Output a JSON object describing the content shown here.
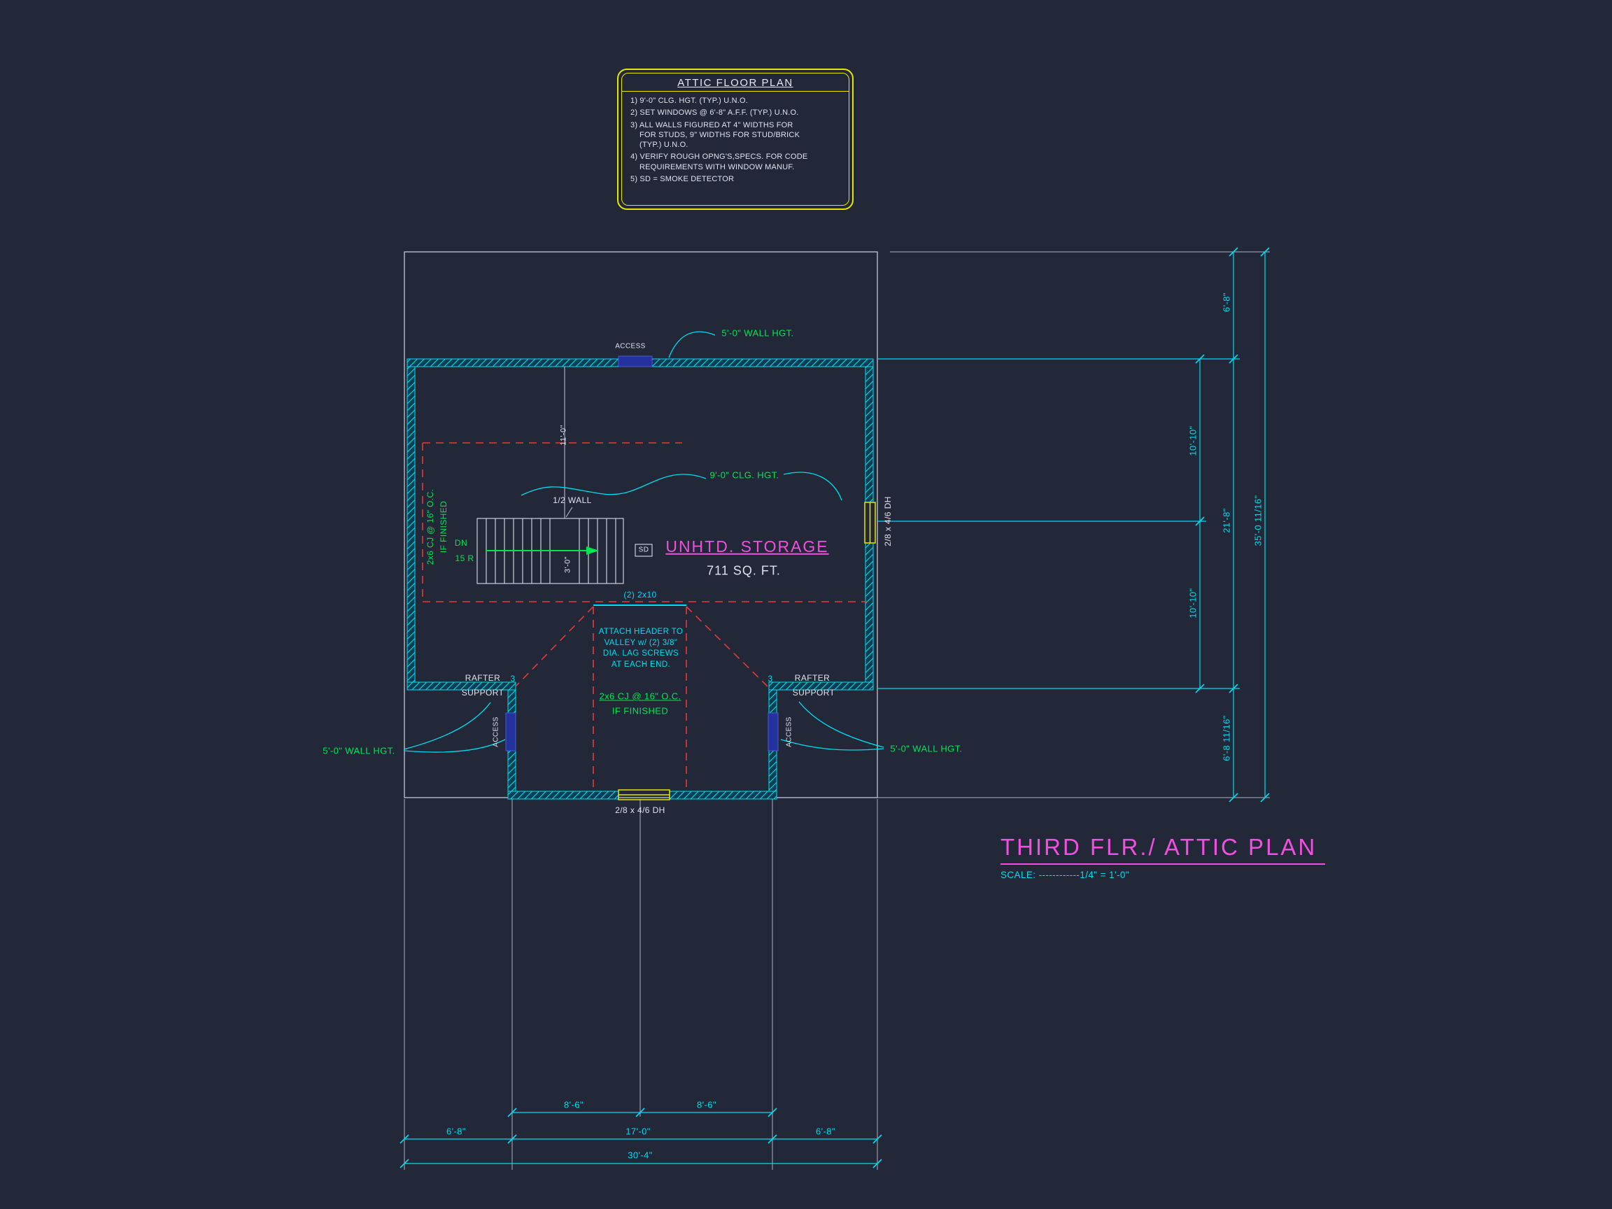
{
  "colors": {
    "background": "#232838",
    "cyan": "#00dcf0",
    "green": "#00e650",
    "magenta": "#f04fe0",
    "yellow": "#e8e600",
    "red": "#e23b3b",
    "white": "#dde2ec",
    "access_blue": "#24329e"
  },
  "notes_box": {
    "title": "ATTIC FLOOR PLAN",
    "notes": [
      "1) 9'-0\"  CLG. HGT. (TYP.) U.N.O.",
      "2) SET WINDOWS @ 6'-8\" A.F.F. (TYP.) U.N.O.",
      "3) ALL WALLS FIGURED AT 4\" WIDTHS FOR\n    FOR STUDS, 9\" WIDTHS FOR STUD/BRICK\n    (TYP.) U.N.O.",
      "4) VERIFY ROUGH OPNG'S,SPECS. FOR CODE\n    REQUIREMENTS WITH WINDOW MANUF.",
      "5) SD = SMOKE DETECTOR"
    ]
  },
  "plan": {
    "access_label": "ACCESS",
    "room_name": "UNHTD. STORAGE",
    "room_area": "711 SQ. FT.",
    "wall_hgt": "5'-0\" WALL HGT.",
    "clg_hgt": "9'-0\" CLG. HGT.",
    "half_wall": "1/2 WALL",
    "stair_dn": "DN",
    "stair_risers": "15 R",
    "stair_width": "3'-0\"",
    "sd": "SD",
    "dim_11": "11'-0\"",
    "joist_note_line1": "2x6 CJ @ 16\" O.C.",
    "joist_note_line2": "IF FINISHED",
    "header_label": "(2) 2x10",
    "valley_note": "ATTACH HEADER TO\nVALLEY w/ (2) 3/8\"\nDIA. LAG SCREWS\nAT EACH END.",
    "rafter_line1": "RAFTER",
    "rafter_line2": "SUPPORT",
    "marker_3": "3",
    "window_right": "2/8 x 4/6 DH",
    "window_bottom": "2/8 x 4/6 DH"
  },
  "dims": {
    "right": {
      "r1": "6'-8\"",
      "r2": "10'-10\"",
      "r3": "21'-8\"",
      "r4": "10'-10\"",
      "r5": "6'-8 11/16\"",
      "r6": "35'-0 11/16\""
    },
    "bottom": {
      "b1": "8'-6\"",
      "b2": "8'-6\"",
      "b3": "6'-8\"",
      "b4": "17'-0\"",
      "b5": "6'-8\"",
      "b6": "30'-4\""
    }
  },
  "title_block": {
    "title": "THIRD FLR./ ATTIC PLAN",
    "scale": "SCALE: ------------1/4\" = 1'-0\""
  }
}
